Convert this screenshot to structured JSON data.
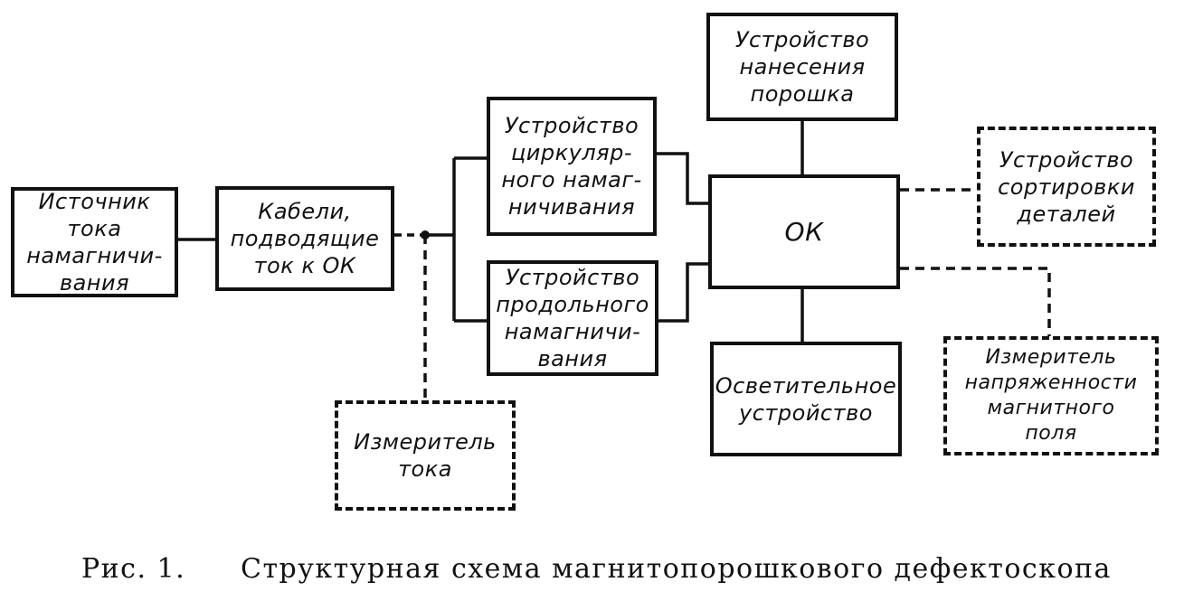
{
  "blocks": {
    "source": "Источник\nтока\nнамагничи-\nвания",
    "cables": "Кабели,\nподводящие\nток к ОК",
    "current_meter": "Измеритель\nтока",
    "circular": "Устройство\nциркуляр-\nного намаг-\nничивания",
    "longitudinal": "Устройство\nпродольного\nнамагничи-\nвания",
    "powder": "Устройство\nнанесения\nпорошка",
    "ok": "ОК",
    "lighting": "Осветительное\nустройство",
    "sorting": "Устройство\nсортировки\nдеталей",
    "field_meter": "Измеритель\nнапряженности\nмагнитного\nполя"
  },
  "caption": {
    "number": "Рис. 1.",
    "text": "Структурная схема магнитопорошкового дефектоскопа"
  }
}
